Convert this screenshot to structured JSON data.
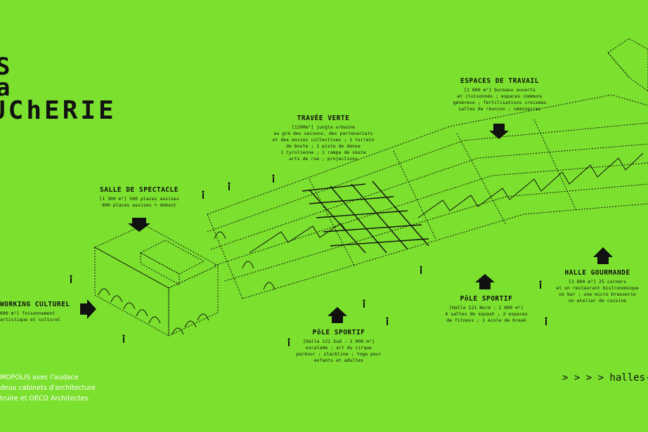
{
  "logo": {
    "line1": "S",
    "line2": "a",
    "line3": "UChERIE"
  },
  "labels": {
    "salle_spectacle": {
      "title": "SALLE DE SPECTACLE",
      "lines": [
        "[1 300 m²] 500 places assises",
        "800 places assises + debout"
      ]
    },
    "travee_verte": {
      "title": "TRAVÉE VERTE",
      "lines": [
        "[1200m²] jungle urbaine",
        "au gré des saisons, des partenariats",
        "et des envies collectives ; 1 terrain",
        "de boule ; 1 piste de danse",
        "1 tyrolienne ; 1 rampe de skate",
        "arts de rue ; projections"
      ]
    },
    "espaces_travail": {
      "title": "ESPACES DE TRAVAIL",
      "lines": [
        "[2 600 m²] bureaux ouverts",
        "et cloisonnés ; espaces communs",
        "généreux ; fertilisations croisées",
        "salles de réunion ; séminaires"
      ]
    },
    "halle_gourmande": {
      "title": "HALLE GOURMANDE",
      "lines": [
        "[2 000 m²] 25 corners",
        "et un restaurant bistronomique",
        "un bar ; une micro brasserie",
        "un atelier de cuisine"
      ]
    },
    "pole_sportif_nord": {
      "title": "PôLE SPORTIF",
      "lines": [
        "[Halle 121 Nord : 1 800 m²]",
        "4 salles de squash ; 2 espaces",
        "de fitness ; 1 école de break"
      ]
    },
    "pole_sportif_sud": {
      "title": "PôLE SPORTIF",
      "lines": [
        "[Halle 121 Sud : 2 000 m²]",
        "escalade ; art du cirque",
        "parkour ; slackline ; Yoga pour",
        "enfants et adultes"
      ]
    },
    "coworking": {
      "title": "WORKING CULTUREL",
      "lines": [
        "600 m²] foisonnement",
        "artistique et culturel"
      ]
    }
  },
  "credits": {
    "line1": "MOPOLIS avec l'audace",
    "line2": "deux cabinets d'architecture",
    "line3": "truire et OECO Architectes."
  },
  "url": "> > > >  halles-c",
  "colors": {
    "background": "#7be12e",
    "ink": "#111111",
    "credits": "#ffffff"
  }
}
